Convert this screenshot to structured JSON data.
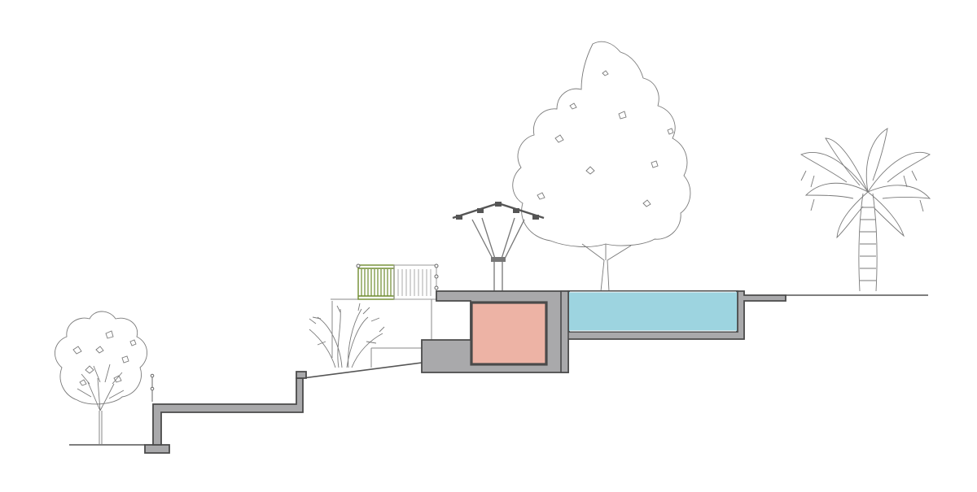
{
  "diagram": {
    "kind": "landscape-site-section",
    "elements": [
      "deciduous-tree-left",
      "garden-steps",
      "shrub",
      "deck-railing",
      "pergola",
      "large-tree",
      "room-volume",
      "swimming-pool",
      "palm-tree",
      "ground-line"
    ]
  },
  "colors": {
    "background": "#ffffff",
    "line": "#6e6e6e",
    "concrete_fill": "#a9a9ab",
    "concrete_stroke": "#4a4a4a",
    "pool_water": "#9dd4e0",
    "room_fill": "#edb3a5",
    "railing_green": "#6f8b2e",
    "vegetation": "#8c8c8c"
  }
}
